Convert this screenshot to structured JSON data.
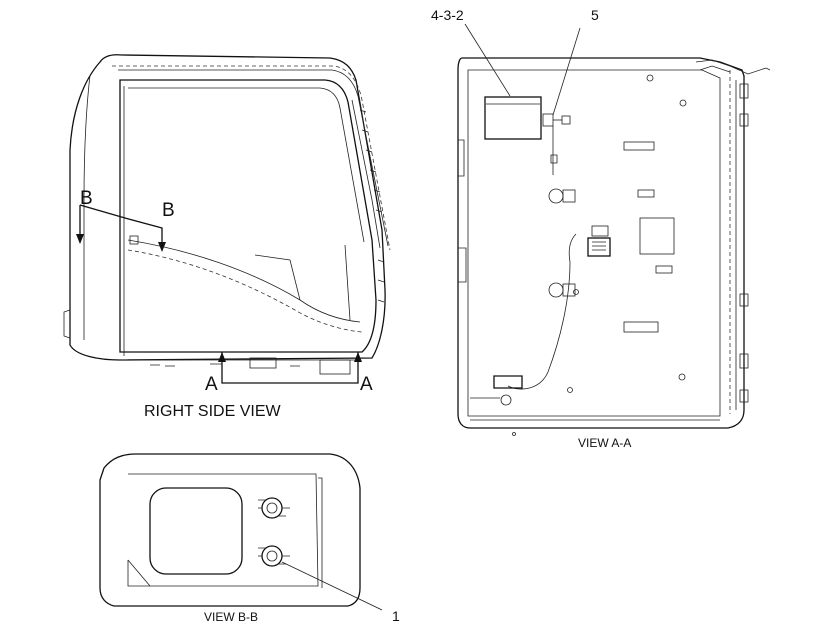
{
  "labels": {
    "right_side_view": "RIGHT SIDE VIEW",
    "view_aa": "VIEW A-A",
    "view_bb": "VIEW B-B",
    "section_a_left": "A",
    "section_a_right": "A",
    "section_b_left": "B",
    "section_b_right": "B",
    "callout_4_3_2": "4-3-2",
    "callout_5": "5",
    "callout_1": "1"
  }
}
